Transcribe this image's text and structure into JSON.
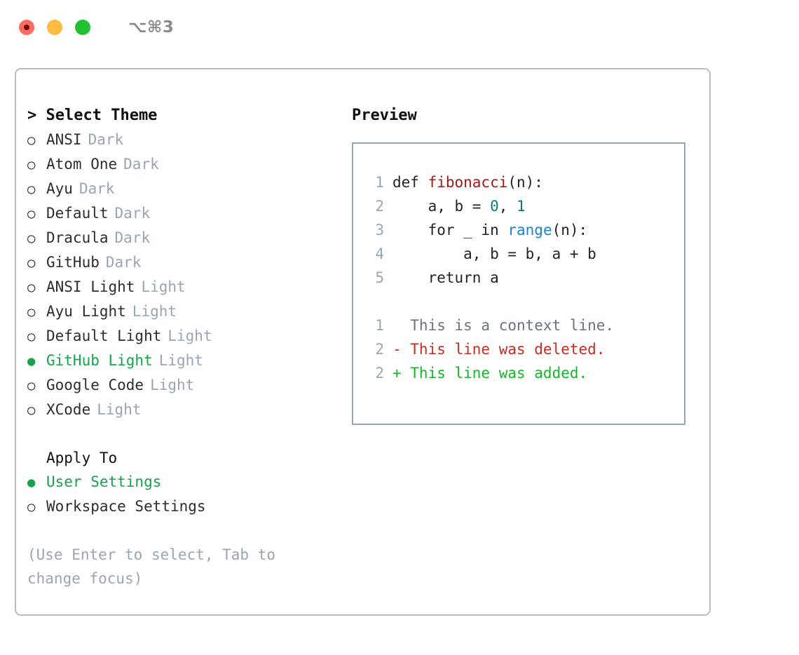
{
  "titlebar": {
    "shortcut": "⌥⌘3",
    "buttons": [
      {
        "name": "close",
        "color": "#fd6b61"
      },
      {
        "name": "minimize",
        "color": "#fcbc40"
      },
      {
        "name": "maximize",
        "color": "#24c034"
      }
    ]
  },
  "theme_panel": {
    "header": "> Select Theme",
    "marker_unselected": "○",
    "marker_selected": "●",
    "selected_color": "#16a34a",
    "items": [
      {
        "label": "ANSI",
        "tag": "Dark",
        "selected": false
      },
      {
        "label": "Atom One",
        "tag": "Dark",
        "selected": false
      },
      {
        "label": "Ayu",
        "tag": "Dark",
        "selected": false
      },
      {
        "label": "Default",
        "tag": "Dark",
        "selected": false
      },
      {
        "label": "Dracula",
        "tag": "Dark",
        "selected": false
      },
      {
        "label": "GitHub",
        "tag": "Dark",
        "selected": false
      },
      {
        "label": "ANSI Light",
        "tag": "Light",
        "selected": false
      },
      {
        "label": "Ayu Light",
        "tag": "Light",
        "selected": false
      },
      {
        "label": "Default Light",
        "tag": "Light",
        "selected": false
      },
      {
        "label": "GitHub Light",
        "tag": "Light",
        "selected": true
      },
      {
        "label": "Google Code",
        "tag": "Light",
        "selected": false
      },
      {
        "label": "XCode",
        "tag": "Light",
        "selected": false
      }
    ]
  },
  "apply_to": {
    "header": "Apply To",
    "items": [
      {
        "label": "User Settings",
        "selected": true
      },
      {
        "label": "Workspace Settings",
        "selected": false
      }
    ]
  },
  "hint": "(Use Enter to select, Tab to change focus)",
  "preview": {
    "title": "Preview",
    "code_lines": [
      {
        "lineno": "1",
        "segments": [
          {
            "text": "def ",
            "token": "plain"
          },
          {
            "text": "fibonacci",
            "token": "fn"
          },
          {
            "text": "(n):",
            "token": "plain"
          }
        ]
      },
      {
        "lineno": "2",
        "segments": [
          {
            "text": "    a, b = ",
            "token": "plain"
          },
          {
            "text": "0",
            "token": "num"
          },
          {
            "text": ", ",
            "token": "plain"
          },
          {
            "text": "1",
            "token": "num"
          }
        ]
      },
      {
        "lineno": "3",
        "segments": [
          {
            "text": "    for _ in ",
            "token": "plain"
          },
          {
            "text": "range",
            "token": "call"
          },
          {
            "text": "(n):",
            "token": "plain"
          }
        ]
      },
      {
        "lineno": "4",
        "segments": [
          {
            "text": "        a, b = b, a + b",
            "token": "plain"
          }
        ]
      },
      {
        "lineno": "5",
        "segments": [
          {
            "text": "    return a",
            "token": "plain"
          }
        ]
      }
    ],
    "diff_lines": [
      {
        "lineno": "1",
        "kind": "ctx",
        "text": "  This is a context line."
      },
      {
        "lineno": "2",
        "kind": "del",
        "text": "- This line was deleted."
      },
      {
        "lineno": "2",
        "kind": "add",
        "text": "+ This line was added."
      }
    ]
  }
}
